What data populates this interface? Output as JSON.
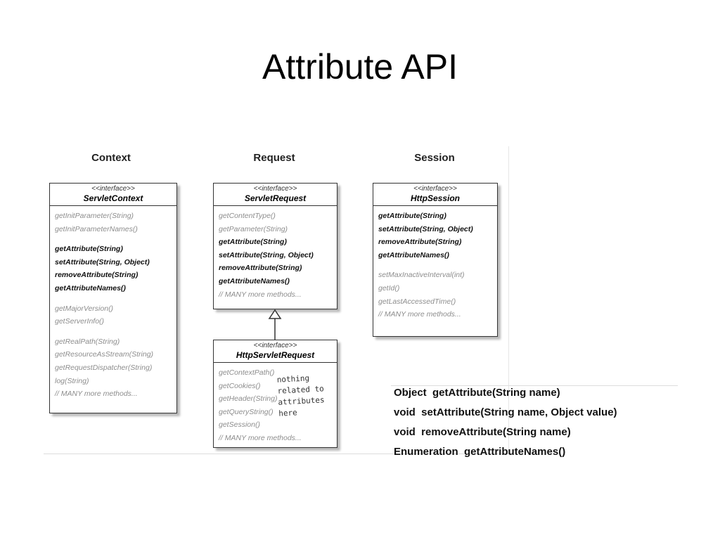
{
  "title": "Attribute API",
  "columns": {
    "context": "Context",
    "request": "Request",
    "session": "Session"
  },
  "boxes": {
    "servlet_context": {
      "stereotype": "<<interface>>",
      "name": "ServletContext",
      "groups": [
        [
          {
            "t": "getInitParameter(String)",
            "b": false
          },
          {
            "t": "getInitParameterNames()",
            "b": false
          }
        ],
        [
          {
            "t": "getAttribute(String)",
            "b": true
          },
          {
            "t": "setAttribute(String, Object)",
            "b": true
          },
          {
            "t": "removeAttribute(String)",
            "b": true
          },
          {
            "t": "getAttributeNames()",
            "b": true
          }
        ],
        [
          {
            "t": "getMajorVersion()",
            "b": false
          },
          {
            "t": "getServerInfo()",
            "b": false
          }
        ],
        [
          {
            "t": "getRealPath(String)",
            "b": false
          },
          {
            "t": "getResourceAsStream(String)",
            "b": false
          },
          {
            "t": "getRequestDispatcher(String)",
            "b": false
          },
          {
            "t": "log(String)",
            "b": false
          },
          {
            "t": "// MANY more methods...",
            "b": false
          }
        ]
      ]
    },
    "servlet_request": {
      "stereotype": "<<interface>>",
      "name": "ServletRequest",
      "groups": [
        [
          {
            "t": "getContentType()",
            "b": false
          },
          {
            "t": "getParameter(String)",
            "b": false
          },
          {
            "t": "getAttribute(String)",
            "b": true
          },
          {
            "t": "setAttribute(String, Object)",
            "b": true
          },
          {
            "t": "removeAttribute(String)",
            "b": true
          },
          {
            "t": "getAttributeNames()",
            "b": true
          },
          {
            "t": "// MANY more methods...",
            "b": false
          }
        ]
      ]
    },
    "http_servlet_request": {
      "stereotype": "<<interface>>",
      "name": "HttpServletRequest",
      "groups": [
        [
          {
            "t": "getContextPath()",
            "b": false
          },
          {
            "t": "getCookies()",
            "b": false
          },
          {
            "t": "getHeader(String)",
            "b": false
          },
          {
            "t": "getQueryString()",
            "b": false
          },
          {
            "t": "getSession()",
            "b": false
          },
          {
            "t": "// MANY more methods...",
            "b": false
          }
        ]
      ]
    },
    "http_session": {
      "stereotype": "<<interface>>",
      "name": "HttpSession",
      "groups": [
        [
          {
            "t": "getAttribute(String)",
            "b": true
          },
          {
            "t": "setAttribute(String, Object)",
            "b": true
          },
          {
            "t": "removeAttribute(String)",
            "b": true
          },
          {
            "t": "getAttributeNames()",
            "b": true
          }
        ],
        [
          {
            "t": "setMaxInactiveInterval(int)",
            "b": false
          },
          {
            "t": "getId()",
            "b": false
          },
          {
            "t": "getLastAccessedTime()",
            "b": false
          },
          {
            "t": "// MANY more methods...",
            "b": false
          }
        ]
      ]
    }
  },
  "handwritten_note": [
    "nothing",
    "related to",
    "attributes",
    "here"
  ],
  "api_signatures": [
    "Object  getAttribute(String name)",
    "void  setAttribute(String name, Object value)",
    "void  removeAttribute(String name)",
    "Enumeration  getAttributeNames()"
  ]
}
